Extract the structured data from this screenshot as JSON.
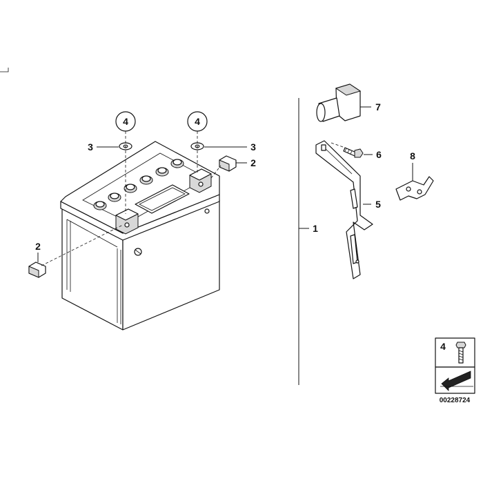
{
  "callouts": {
    "c1": "1",
    "c2a": "2",
    "c2b": "2",
    "c3a": "3",
    "c3b": "3",
    "c4a": "4",
    "c4b": "4",
    "c5": "5",
    "c6": "6",
    "c7": "7",
    "c8": "8"
  },
  "legend": {
    "number": "4"
  },
  "reference_code": "00228724"
}
